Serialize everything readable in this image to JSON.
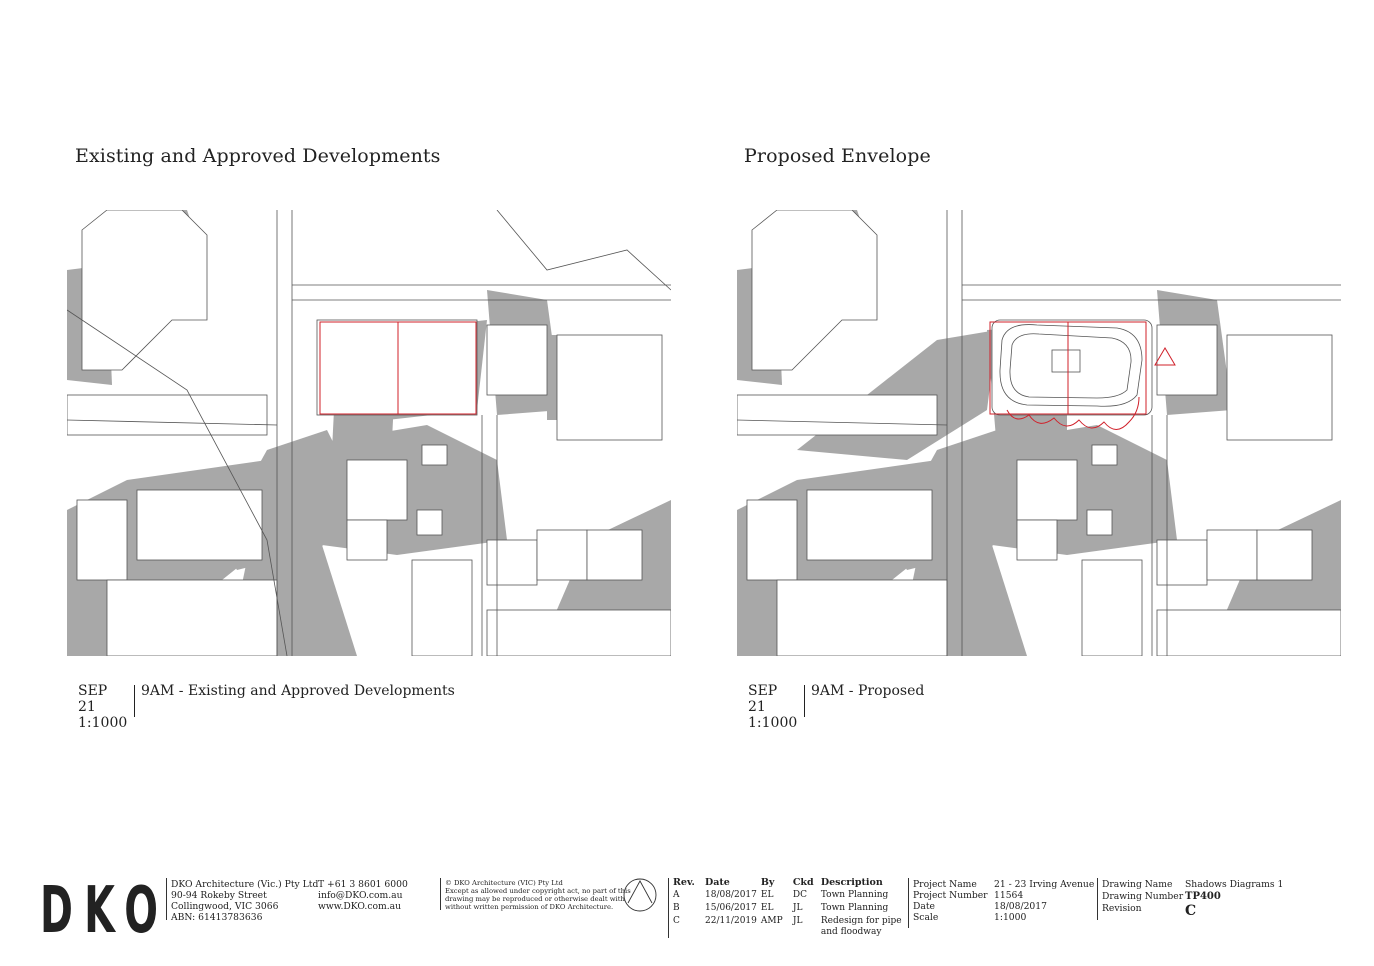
{
  "left_panel": {
    "title": "Existing and Approved Developments",
    "date": "SEP 21",
    "scale": "1:1000",
    "caption": "9AM - Existing and Approved Developments"
  },
  "right_panel": {
    "title": "Proposed Envelope",
    "date": "SEP 21",
    "scale": "1:1000",
    "caption": "9AM - Proposed"
  },
  "logo": "DKO",
  "company": {
    "name": "DKO Architecture (Vic.) Pty Ltd",
    "address1": "90-94 Rokeby Street",
    "address2": "Collingwood, VIC 3066",
    "abn": "ABN: 61413783636",
    "phone": "T +61 3 8601 6000",
    "email": "info@DKO.com.au",
    "web": "www.DKO.com.au"
  },
  "copyright": {
    "line1": "© DKO Architecture (VIC) Pty Ltd",
    "line2": "Except as allowed under copyright act, no part of this",
    "line3": "drawing may be reproduced or otherwise dealt with",
    "line4": "without written permission of DKO Architecture."
  },
  "revisions": {
    "headers": [
      "Rev.",
      "Date",
      "By",
      "Ckd",
      "Description"
    ],
    "rows": [
      [
        "A",
        "18/08/2017",
        "EL",
        "DC",
        "Town Planning"
      ],
      [
        "B",
        "15/06/2017",
        "EL",
        "JL",
        "Town Planning"
      ],
      [
        "C",
        "22/11/2019",
        "AMP",
        "JL",
        "Redesign for pipe and floodway"
      ]
    ]
  },
  "project": {
    "name_label": "Project Name",
    "name": "21 - 23 Irving Avenue",
    "number_label": "Project Number",
    "number": "11564",
    "date_label": "Date",
    "date": "18/08/2017",
    "scale_label": "Scale",
    "scale": "1:1000"
  },
  "drawing": {
    "name_label": "Drawing Name",
    "name": "Shadows Diagrams 1",
    "number_label": "Drawing Number",
    "number": "TP400",
    "revision_label": "Revision",
    "revision": "C"
  },
  "colors": {
    "shadow": "#a8a8a8",
    "line": "#555555",
    "red": "#d0202a"
  }
}
